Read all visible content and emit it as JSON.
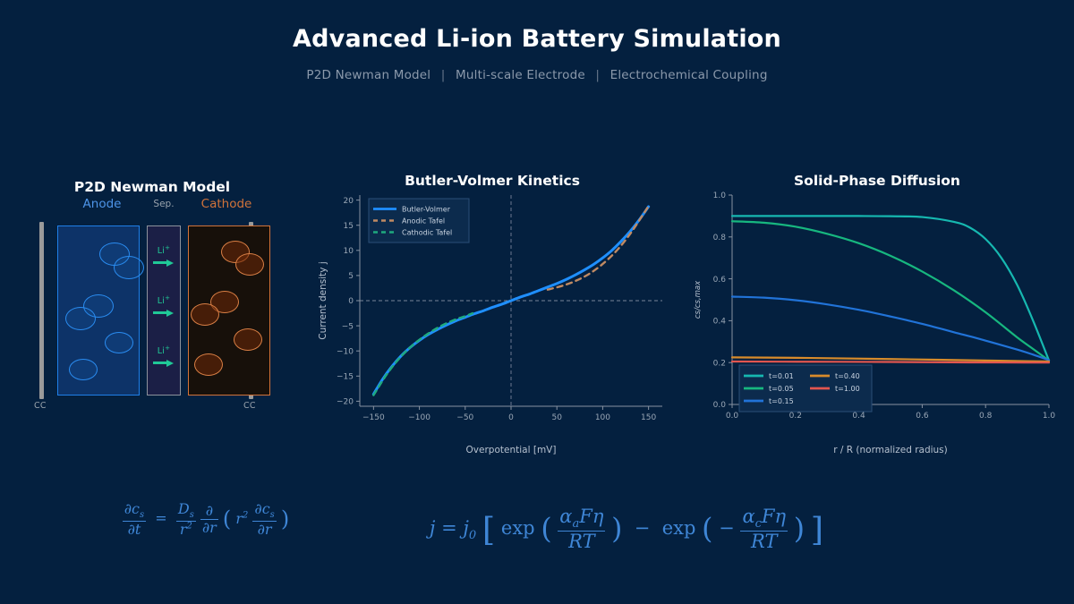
{
  "header": {
    "title": "Advanced Li-ion Battery Simulation",
    "subtitle_parts": [
      "P2D Newman Model",
      "Multi-scale Electrode",
      "Electrochemical Coupling"
    ],
    "separator": "|"
  },
  "battery_diagram": {
    "title": "P2D Newman Model",
    "anode_label": "Anode",
    "separator_label": "Sep.",
    "cathode_label": "Cathode",
    "collector_label_left": "CC",
    "collector_label_right": "CC",
    "ion_label": "Li",
    "ion_charge": "+",
    "ion_arrow_count": 3,
    "colors": {
      "anode_border": "#1f7fe8",
      "anode_fill": "#0d3368",
      "separator_border": "#8d929c",
      "separator_fill": "#1b1f46",
      "cathode_border": "#d2733a",
      "cathode_fill": "#17100a",
      "ion_arrow": "#20c997",
      "collector": "#9a9a9a"
    }
  },
  "chart_data": [
    {
      "id": "butler_volmer",
      "type": "line",
      "title": "Butler-Volmer Kinetics",
      "xlabel": "Overpotential [mV]",
      "ylabel": "Current density j",
      "xlim": [
        -165,
        165
      ],
      "ylim": [
        -21,
        21
      ],
      "xticks": [
        -150,
        -100,
        -50,
        0,
        50,
        100,
        150
      ],
      "yticks": [
        -20,
        -15,
        -10,
        -5,
        0,
        5,
        10,
        15,
        20
      ],
      "grid": false,
      "reference_lines": [
        {
          "axis": "y",
          "value": 0,
          "style": "dashed"
        },
        {
          "axis": "x",
          "value": 0,
          "style": "dashed"
        }
      ],
      "legend_position": "upper-left",
      "series": [
        {
          "name": "Butler-Volmer",
          "color": "#1f8fff",
          "style": "solid",
          "x": [
            -150,
            -140,
            -130,
            -120,
            -110,
            -100,
            -90,
            -80,
            -70,
            -60,
            -50,
            -40,
            -30,
            -20,
            -10,
            0,
            10,
            20,
            30,
            40,
            50,
            60,
            70,
            80,
            90,
            100,
            110,
            120,
            130,
            140,
            150
          ],
          "y": [
            -18.6,
            -15.6,
            -13.1,
            -11.0,
            -9.3,
            -7.9,
            -6.7,
            -5.7,
            -4.8,
            -4.0,
            -3.3,
            -2.6,
            -2.0,
            -1.3,
            -0.7,
            0.0,
            0.7,
            1.3,
            2.0,
            2.7,
            3.4,
            4.2,
            5.1,
            6.1,
            7.2,
            8.5,
            10.0,
            11.8,
            13.8,
            16.1,
            18.7
          ]
        },
        {
          "name": "Anodic Tafel",
          "color": "#c08a63",
          "style": "dashed",
          "x": [
            40,
            55,
            70,
            85,
            100,
            115,
            130,
            145,
            150
          ],
          "y": [
            2.2,
            2.9,
            3.9,
            5.3,
            7.3,
            9.9,
            13.3,
            17.4,
            18.8
          ]
        },
        {
          "name": "Cathodic Tafel",
          "color": "#1fa97e",
          "style": "dashed",
          "x": [
            -150,
            -135,
            -120,
            -105,
            -90,
            -75,
            -60,
            -50,
            -42
          ],
          "y": [
            -18.8,
            -14.5,
            -11.1,
            -8.5,
            -6.5,
            -4.9,
            -3.7,
            -3.1,
            -2.5
          ]
        }
      ]
    },
    {
      "id": "solid_phase_diffusion",
      "type": "line",
      "title": "Solid-Phase Diffusion",
      "xlabel": "r / R (normalized radius)",
      "ylabel": "cs/cs,max",
      "xlim": [
        0.0,
        1.0
      ],
      "ylim": [
        0.0,
        1.0
      ],
      "xticks": [
        0.0,
        0.2,
        0.4,
        0.6,
        0.8,
        1.0
      ],
      "yticks": [
        0.0,
        0.2,
        0.4,
        0.6,
        0.8,
        1.0
      ],
      "grid": false,
      "legend_position": "lower-left",
      "series": [
        {
          "name": "t=0.01",
          "color": "#16b8b0",
          "style": "solid",
          "x": [
            0.0,
            0.1,
            0.2,
            0.3,
            0.4,
            0.5,
            0.6,
            0.7,
            0.75,
            0.8,
            0.85,
            0.9,
            0.95,
            1.0
          ],
          "y": [
            0.9,
            0.9,
            0.9,
            0.9,
            0.9,
            0.899,
            0.895,
            0.872,
            0.845,
            0.79,
            0.7,
            0.57,
            0.4,
            0.21
          ]
        },
        {
          "name": "t=0.05",
          "color": "#17b77f",
          "style": "solid",
          "x": [
            0.0,
            0.1,
            0.2,
            0.3,
            0.4,
            0.5,
            0.6,
            0.7,
            0.8,
            0.9,
            0.95,
            1.0
          ],
          "y": [
            0.875,
            0.868,
            0.849,
            0.815,
            0.77,
            0.71,
            0.635,
            0.545,
            0.44,
            0.32,
            0.265,
            0.21
          ]
        },
        {
          "name": "t=0.15",
          "color": "#2173d8",
          "style": "solid",
          "x": [
            0.0,
            0.1,
            0.2,
            0.3,
            0.4,
            0.5,
            0.6,
            0.7,
            0.8,
            0.9,
            0.95,
            1.0
          ],
          "y": [
            0.515,
            0.51,
            0.498,
            0.478,
            0.452,
            0.42,
            0.385,
            0.345,
            0.305,
            0.262,
            0.238,
            0.212
          ]
        },
        {
          "name": "t=0.40",
          "color": "#d88b2b",
          "style": "solid",
          "x": [
            0.0,
            0.25,
            0.5,
            0.75,
            1.0
          ],
          "y": [
            0.225,
            0.222,
            0.217,
            0.211,
            0.205
          ]
        },
        {
          "name": "t=1.00",
          "color": "#e2564f",
          "style": "solid",
          "x": [
            0.0,
            0.25,
            0.5,
            0.75,
            1.0
          ],
          "y": [
            0.205,
            0.204,
            0.203,
            0.201,
            0.2
          ]
        }
      ]
    }
  ],
  "equations": {
    "diffusion": {
      "lhs_num": "∂c",
      "lhs_num_sub": "s",
      "lhs_den": "∂t",
      "d_num": "D",
      "d_num_sub": "s",
      "d_den": "r",
      "d_den_sup": "2",
      "op_num": "∂",
      "op_den": "∂r",
      "inner_r": "r",
      "inner_r_sup": "2",
      "inner_num": "∂c",
      "inner_num_sub": "s",
      "inner_den": "∂r"
    },
    "butler_volmer": {
      "lhs": "j",
      "equals": "=",
      "j0": "j",
      "j0_sub": "0",
      "exp1": "exp",
      "a1_num": "α",
      "a1_sub": "a",
      "a1_rest": "Fη",
      "a1_den": "RT",
      "minus": "−",
      "exp2": "exp",
      "a2_neg": "−",
      "a2_num": "α",
      "a2_sub": "c",
      "a2_rest": "Fη",
      "a2_den": "RT"
    }
  },
  "colors": {
    "background": "#04203f",
    "accent_blue": "#1f8fff",
    "accent_orange": "#d2733a",
    "accent_green": "#20c997",
    "equation_text": "#3f86d6",
    "title_text": "#ffffff",
    "muted_text": "#8b99ab"
  }
}
